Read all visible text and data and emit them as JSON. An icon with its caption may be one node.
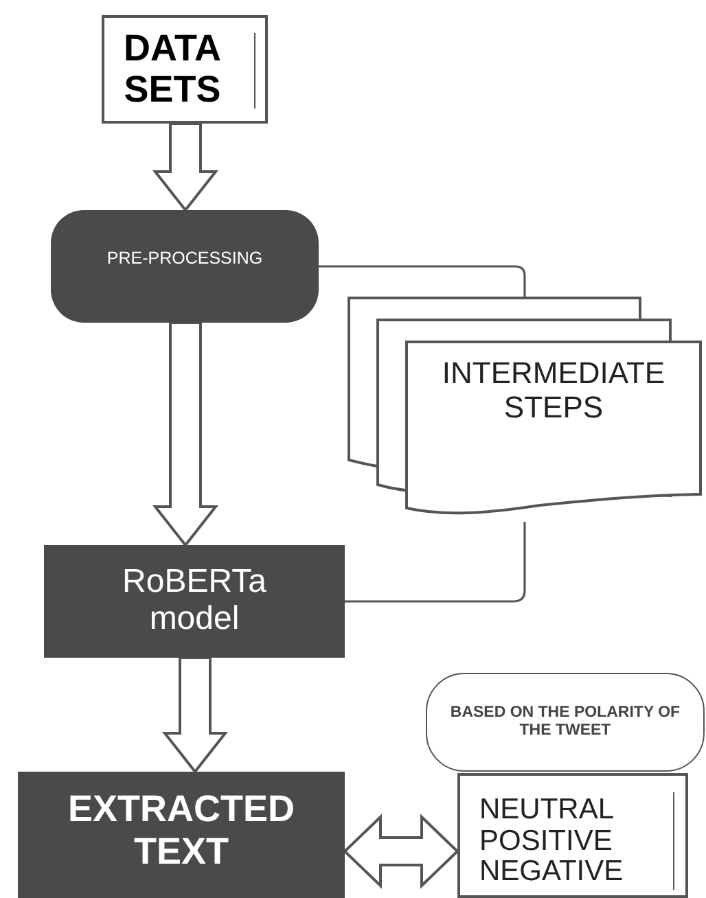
{
  "diagram": {
    "nodes": [
      {
        "text": [
          "DATA SETS"
        ]
      },
      {
        "text": [
          "PRE-PROCESSING"
        ]
      },
      {
        "text": [
          "INTERMEDIATE STEPS"
        ]
      },
      {
        "text": [
          "RoBERTa model"
        ]
      },
      {
        "text": [
          "EXTRACTED TEXT"
        ]
      },
      {
        "text": [
          "BASED ON THE POLARITY OF THE TWEET"
        ]
      },
      {
        "text": [
          "NEUTRAL POSITIVE NEGATIVE"
        ]
      }
    ],
    "edges": [
      {
        "from": 0,
        "to": 1,
        "arrow": "to",
        "style": "thick"
      },
      {
        "from": 1,
        "to": 2,
        "arrow": "none"
      },
      {
        "from": 2,
        "to": 3,
        "arrow": "none"
      },
      {
        "from": 1,
        "to": 3,
        "arrow": "to",
        "style": "thick"
      },
      {
        "from": 3,
        "to": 4,
        "arrow": "to",
        "style": "thick"
      },
      {
        "from": 4,
        "to": 6,
        "arrow": "both",
        "style": "thick"
      }
    ]
  }
}
